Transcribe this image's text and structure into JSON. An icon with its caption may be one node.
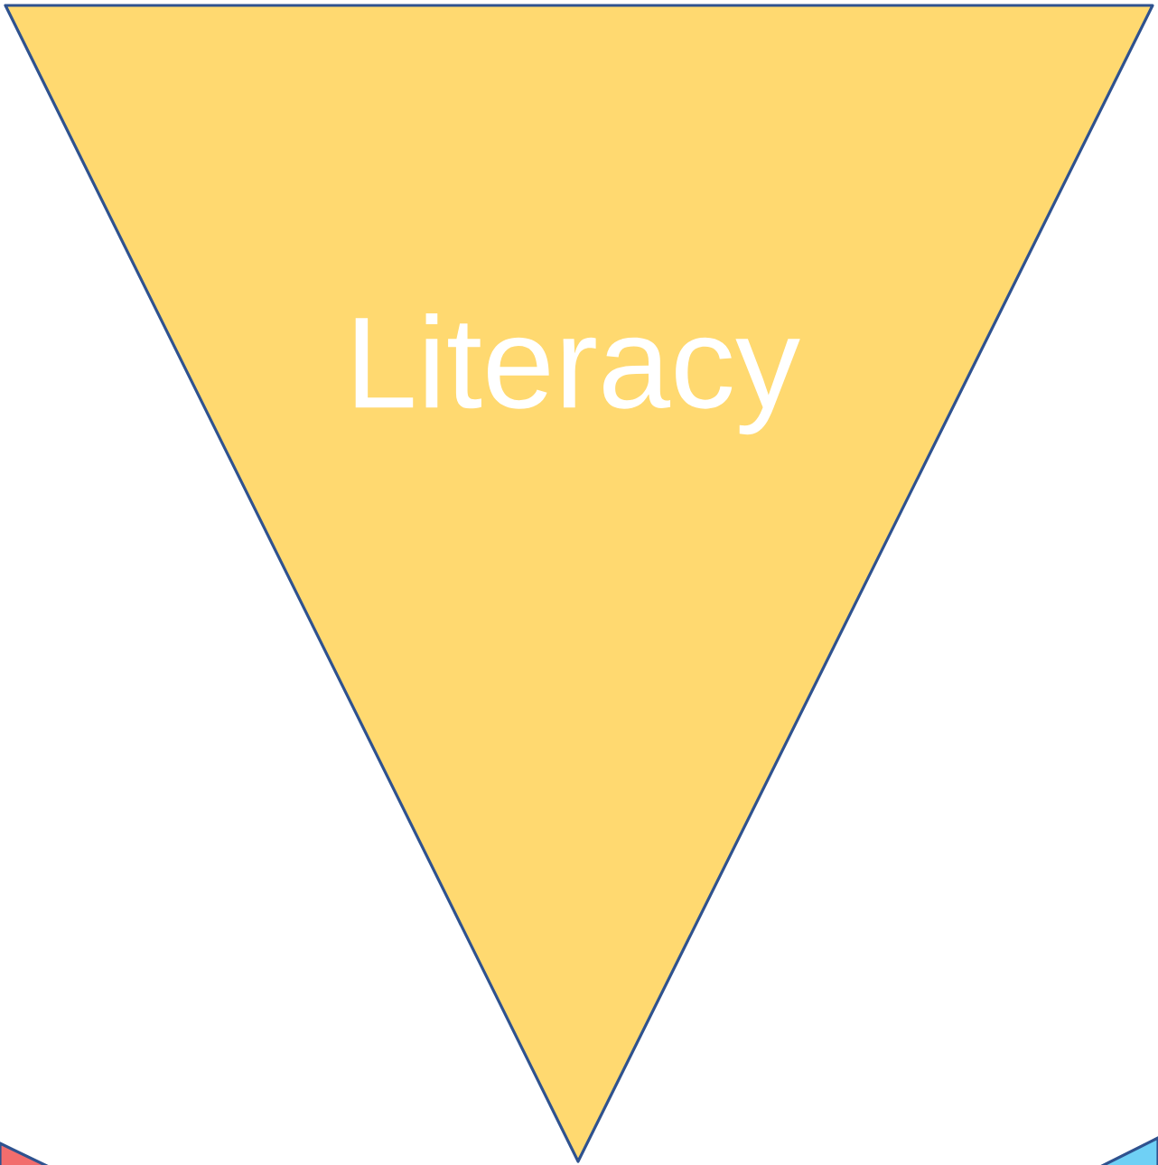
{
  "diagram": {
    "nodes": [
      {
        "text": [
          "Literacy"
        ]
      },
      {
        "text": [],
        "shape": "triangle"
      },
      {
        "text": [],
        "shape": "triangle"
      }
    ]
  }
}
